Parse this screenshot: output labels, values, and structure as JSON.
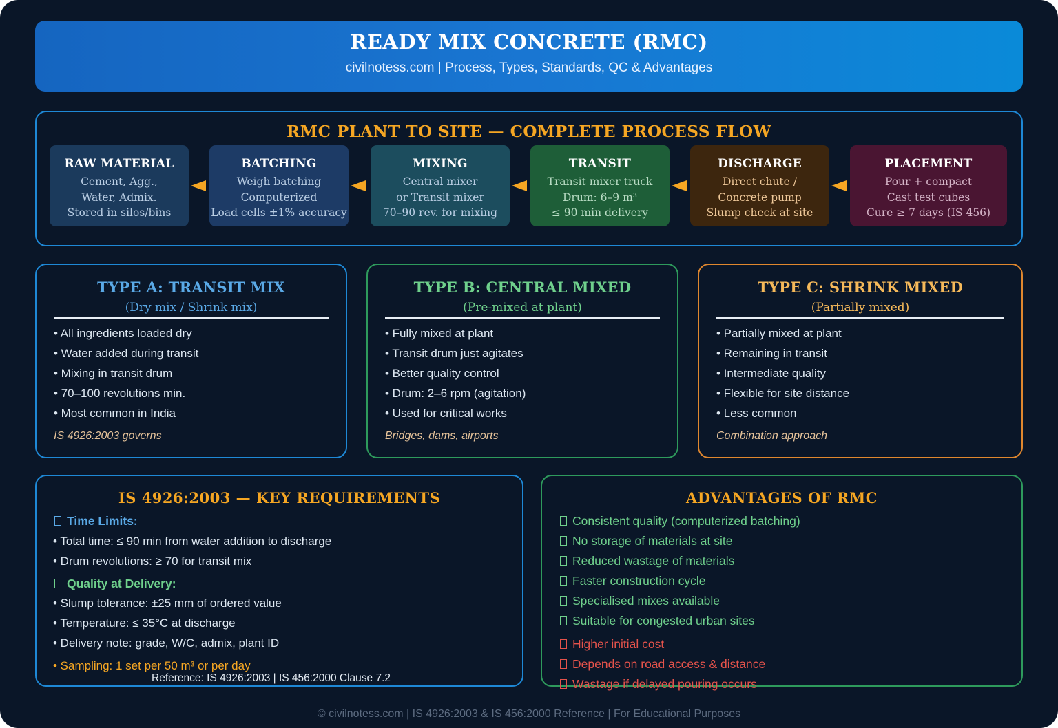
{
  "header": {
    "title": "READY MIX CONCRETE (RMC)",
    "subtitle": "civilnotess.com | Process, Types, Standards, QC & Advantages"
  },
  "process": {
    "title": "RMC PLANT TO SITE — COMPLETE PROCESS FLOW",
    "steps": [
      {
        "title": "RAW MATERIAL",
        "lines": [
          "Cement, Agg.,",
          "Water, Admix.",
          "Stored in silos/bins"
        ],
        "bg": "#1b3a5c",
        "text_color": "#b9cde3"
      },
      {
        "title": "BATCHING",
        "lines": [
          "Weigh batching",
          "Computerized",
          "Load cells ±1% accuracy"
        ],
        "bg": "#1d3b66",
        "text_color": "#b9cde3"
      },
      {
        "title": "MIXING",
        "lines": [
          "Central mixer",
          "or Transit mixer",
          "70–90 rev. for mixing"
        ],
        "bg": "#1c4d5e",
        "text_color": "#b9cde3"
      },
      {
        "title": "TRANSIT",
        "lines": [
          "Transit mixer truck",
          "Drum: 6–9 m³",
          "≤ 90 min delivery"
        ],
        "bg": "#1e5e38",
        "text_color": "#b9dcc4"
      },
      {
        "title": "DISCHARGE",
        "lines": [
          "Direct chute /",
          "Concrete pump",
          "Slump check at site"
        ],
        "bg": "#3d260e",
        "text_color": "#efc899"
      },
      {
        "title": "PLACEMENT",
        "lines": [
          "Pour + compact",
          "Cast test cubes",
          "Cure ≥ 7 days (IS 456)"
        ],
        "bg": "#4a1532",
        "text_color": "#d4b3c6"
      }
    ],
    "arrow_color": "#f5a623"
  },
  "types": [
    {
      "title": "TYPE A: TRANSIT MIX",
      "subtitle": "(Dry mix / Shrink mix)",
      "items": [
        "• All ingredients loaded dry",
        "• Water added during transit",
        "• Mixing in transit drum",
        "• 70–100 revolutions min.",
        "• Most common in India"
      ],
      "note": "IS 4926:2003 governs",
      "accent": "#5aa9e6",
      "border": "#1e88d6"
    },
    {
      "title": "TYPE B: CENTRAL MIXED",
      "subtitle": "(Pre-mixed at plant)",
      "items": [
        "• Fully mixed at plant",
        "• Transit drum just agitates",
        "• Better quality control",
        "• Drum: 2–6 rpm (agitation)",
        "• Used for critical works"
      ],
      "note": "Bridges, dams, airports",
      "accent": "#6fd08c",
      "border": "#2e9a5c"
    },
    {
      "title": "TYPE C: SHRINK MIXED",
      "subtitle": "(Partially mixed)",
      "items": [
        "• Partially mixed at plant",
        "• Remaining in transit",
        "• Intermediate quality",
        "• Flexible for site distance",
        "• Less common"
      ],
      "note": "Combination approach",
      "accent": "#f5b95a",
      "border": "#e0872e"
    }
  ],
  "requirements": {
    "title": "IS 4926:2003 — KEY REQUIREMENTS",
    "time_head": "Time Limits:",
    "time_items": [
      "• Total time: ≤ 90 min from water addition to discharge",
      "• Drum revolutions: ≥ 70 for transit mix"
    ],
    "quality_head": "Quality at Delivery:",
    "quality_items": [
      "• Slump tolerance: ±25 mm of ordered value",
      "• Temperature: ≤ 35°C at discharge",
      "• Delivery note: grade, W/C, admix, plant ID"
    ],
    "sampling": "• Sampling: 1 set per 50 m³ or per day",
    "reference": "Reference: IS 4926:2003 | IS 456:2000 Clause 7.2",
    "time_color": "#5aa9e6",
    "quality_color": "#6fd08c",
    "sampling_color": "#f5a623"
  },
  "advantages": {
    "title": "ADVANTAGES OF RMC",
    "pros": [
      "Consistent quality (computerized batching)",
      "No storage of materials at site",
      "Reduced wastage of materials",
      "Faster construction cycle",
      "Specialised mixes available",
      "Suitable for congested urban sites"
    ],
    "cons": [
      "Higher initial cost",
      "Depends on road access & distance",
      "Wastage if delayed pouring occurs"
    ],
    "pro_color": "#6fd08c",
    "con_color": "#e5534b"
  },
  "footer": "© civilnotess.com | IS 4926:2003 & IS 456:2000 Reference | For Educational Purposes"
}
